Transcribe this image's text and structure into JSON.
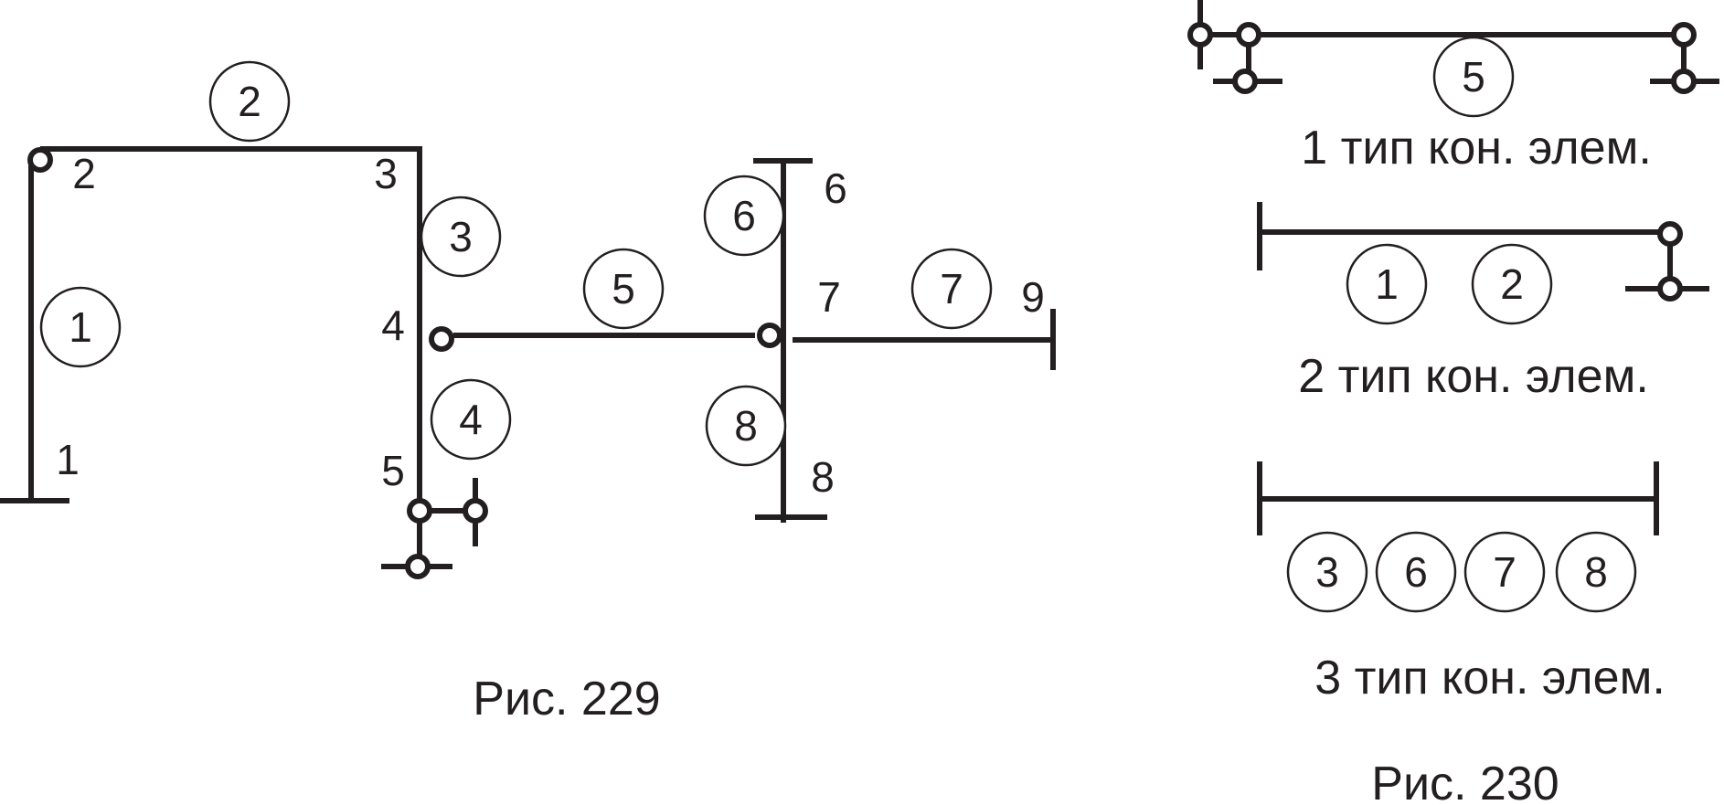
{
  "fig229": {
    "caption": "Рис.  229",
    "nodes": {
      "n1": "1",
      "n2": "2",
      "n3": "3",
      "n4": "4",
      "n5": "5",
      "n6": "6",
      "n7": "7",
      "n8": "8",
      "n9": "9"
    },
    "elements": {
      "e1": "1",
      "e2": "2",
      "e3": "3",
      "e4": "4",
      "e5": "5",
      "e6": "6",
      "e7": "7",
      "e8": "8"
    }
  },
  "fig230": {
    "caption": "Рис. 230",
    "type1": {
      "label": "1 тип кон. элем.",
      "elements": [
        "5"
      ]
    },
    "type2": {
      "label": "2 тип кон. элем.",
      "elements": [
        "1",
        "2"
      ]
    },
    "type3": {
      "label": "3 тип кон. элем.",
      "elements": [
        "3",
        "6",
        "7",
        "8"
      ]
    }
  }
}
